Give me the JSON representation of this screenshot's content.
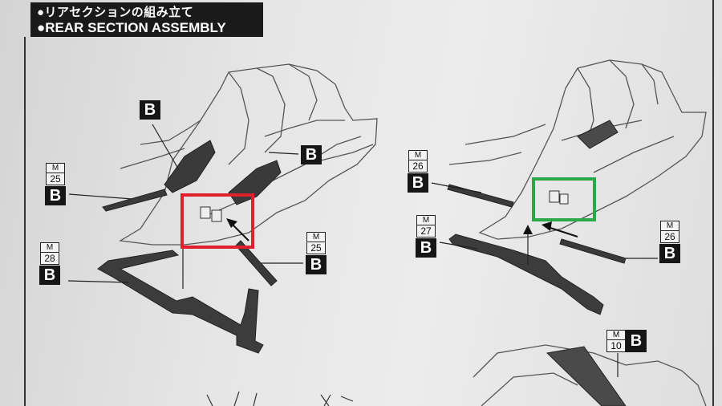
{
  "header": {
    "title_jp": "●リアセクションの組み立て",
    "title_en": "●REAR SECTION ASSEMBLY"
  },
  "part_labels": {
    "left_b_top": "B",
    "left_b_center": "B",
    "left_m25": {
      "m": "M",
      "num": "25",
      "b": "B"
    },
    "left_m28": {
      "m": "M",
      "num": "28",
      "b": "B"
    },
    "left_m25_right": {
      "m": "M",
      "num": "25",
      "b": "B"
    },
    "right_m26_top": {
      "m": "M",
      "num": "26",
      "b": "B"
    },
    "right_m27": {
      "m": "M",
      "num": "27",
      "b": "B"
    },
    "right_m26_bottom": {
      "m": "M",
      "num": "26",
      "b": "B"
    },
    "right_m10": {
      "m": "M",
      "num": "10",
      "b": "B"
    }
  },
  "highlights": {
    "red": "#e0202a",
    "green": "#2aa84a"
  },
  "colors": {
    "ink": "#1a1a1a",
    "part_fill": "#3a3a3a",
    "outline": "#555555"
  }
}
